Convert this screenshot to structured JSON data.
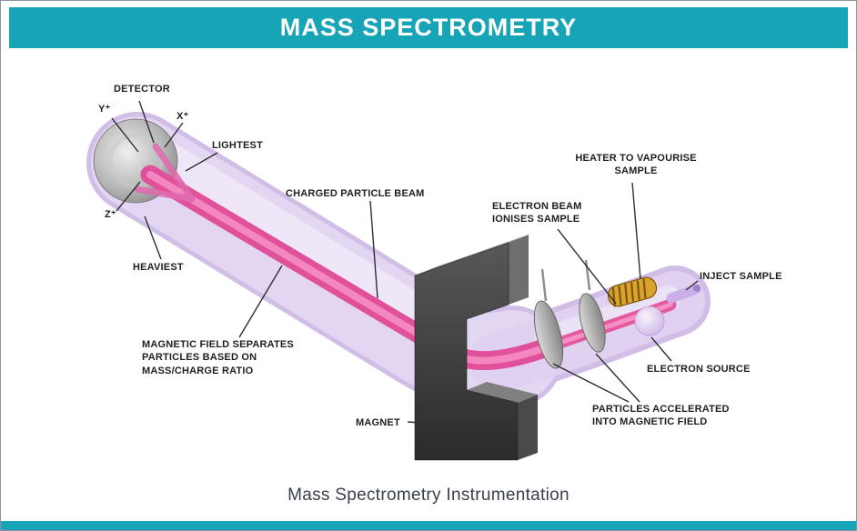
{
  "header": {
    "title": "MASS SPECTROMETRY"
  },
  "caption": "Mass Spectrometry Instrumentation",
  "labels": {
    "detector": "DETECTOR",
    "y_ion": "Y⁺",
    "x_ion": "X⁺",
    "z_ion": "Z⁺",
    "lightest": "LIGHTEST",
    "charged_beam": "CHARGED PARTICLE BEAM",
    "heater_1": "HEATER TO VAPOURISE",
    "heater_2": "SAMPLE",
    "electron_beam_1": "ELECTRON BEAM",
    "electron_beam_2": "IONISES SAMPLE",
    "inject": "INJECT SAMPLE",
    "heaviest": "HEAVIEST",
    "mag_field_1": "MAGNETIC FIELD SEPARATES",
    "mag_field_2": "PARTICLES BASED ON",
    "mag_field_3": "MASS/CHARGE RATIO",
    "magnet": "MAGNET",
    "electron_source": "ELECTRON SOURCE",
    "accelerated_1": "PARTICLES ACCELERATED",
    "accelerated_2": "INTO MAGNETIC FIELD"
  },
  "colors": {
    "header_bg": "#16a4b6",
    "beam_pink": "#e0509b",
    "tube_lavender": "#d9c7ee",
    "magnet_gray": "#3a3a3a",
    "coil_gold": "#dba32b",
    "label_text": "#1f1f1f"
  }
}
